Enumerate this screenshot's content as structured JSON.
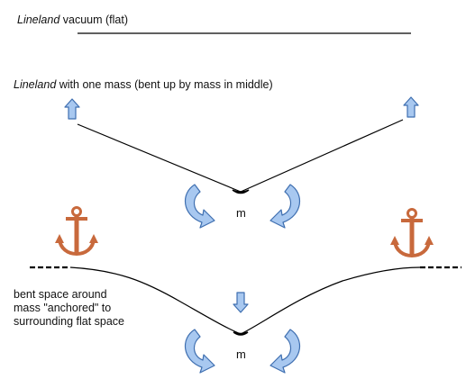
{
  "labels": {
    "vacuum_title_italic": "Lineland",
    "vacuum_title_rest": " vacuum  (flat)",
    "one_mass_title_italic": "Lineland",
    "one_mass_title_rest": " with one mass (bent  up by mass in middle)",
    "anchored_line1": "bent space around",
    "anchored_line2": "mass \"anchored\"   to",
    "anchored_line3": "surrounding  flat space"
  },
  "mass": {
    "top_label": "m",
    "bottom_label": "m"
  },
  "colors": {
    "line": "#000000",
    "arrow_fill": "#a8c8f0",
    "arrow_stroke": "#3f6fb0",
    "anchor": "#c8693c"
  }
}
